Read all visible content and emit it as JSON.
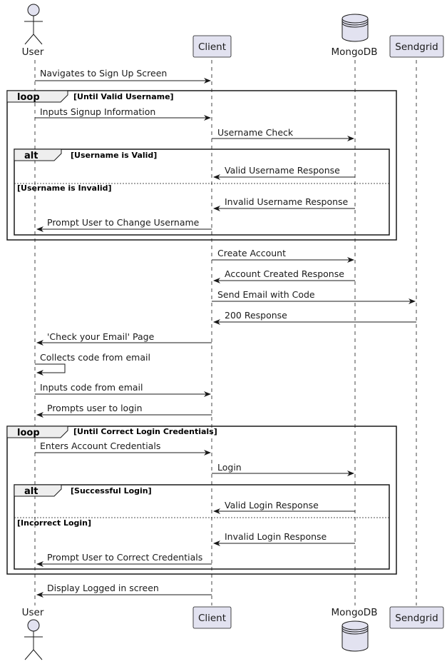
{
  "participants": {
    "user": "User",
    "client": "Client",
    "mongodb": "MongoDB",
    "sendgrid": "Sendgrid"
  },
  "colors": {
    "participant_fill": "#e2e2f0",
    "participant_stroke": "#181818",
    "lifeline": "#181818",
    "text": "#1a1a1a"
  },
  "fragments": {
    "loop1": {
      "keyword": "loop",
      "guard": "[Until Valid Username]"
    },
    "alt1": {
      "keyword": "alt",
      "guard": "[Username is Valid]",
      "else_guard": "[Username is Invalid]"
    },
    "loop2": {
      "keyword": "loop",
      "guard": "[Until Correct Login Credentials]"
    },
    "alt2": {
      "keyword": "alt",
      "guard": "[Successful Login]",
      "else_guard": "[Incorrect Login]"
    }
  },
  "messages": [
    {
      "id": "m1",
      "from": "user",
      "to": "client",
      "text": "Navigates to Sign Up Screen"
    },
    {
      "id": "m2",
      "from": "user",
      "to": "client",
      "text": "Inputs Signup Information"
    },
    {
      "id": "m3",
      "from": "client",
      "to": "mongodb",
      "text": "Username Check"
    },
    {
      "id": "m4",
      "from": "mongodb",
      "to": "client",
      "text": "Valid Username Response"
    },
    {
      "id": "m5",
      "from": "mongodb",
      "to": "client",
      "text": "Invalid Username Response"
    },
    {
      "id": "m6",
      "from": "client",
      "to": "user",
      "text": "Prompt User to Change Username"
    },
    {
      "id": "m7",
      "from": "client",
      "to": "mongodb",
      "text": "Create Account"
    },
    {
      "id": "m8",
      "from": "mongodb",
      "to": "client",
      "text": "Account Created Response"
    },
    {
      "id": "m9",
      "from": "client",
      "to": "sendgrid",
      "text": "Send Email with Code"
    },
    {
      "id": "m10",
      "from": "sendgrid",
      "to": "client",
      "text": "200 Response"
    },
    {
      "id": "m11",
      "from": "client",
      "to": "user",
      "text": "'Check your Email' Page"
    },
    {
      "id": "m12",
      "from": "user",
      "to": "user",
      "text": "Collects code from email"
    },
    {
      "id": "m13",
      "from": "user",
      "to": "client",
      "text": "Inputs code from email"
    },
    {
      "id": "m14",
      "from": "client",
      "to": "user",
      "text": "Prompts user to login"
    },
    {
      "id": "m15",
      "from": "user",
      "to": "client",
      "text": "Enters Account Credentials"
    },
    {
      "id": "m16",
      "from": "client",
      "to": "mongodb",
      "text": "Login"
    },
    {
      "id": "m17",
      "from": "mongodb",
      "to": "client",
      "text": "Valid Login Response"
    },
    {
      "id": "m18",
      "from": "mongodb",
      "to": "client",
      "text": "Invalid Login Response"
    },
    {
      "id": "m19",
      "from": "client",
      "to": "user",
      "text": "Prompt User to Correct Credentials"
    },
    {
      "id": "m20",
      "from": "client",
      "to": "user",
      "text": "Display Logged in screen"
    }
  ]
}
